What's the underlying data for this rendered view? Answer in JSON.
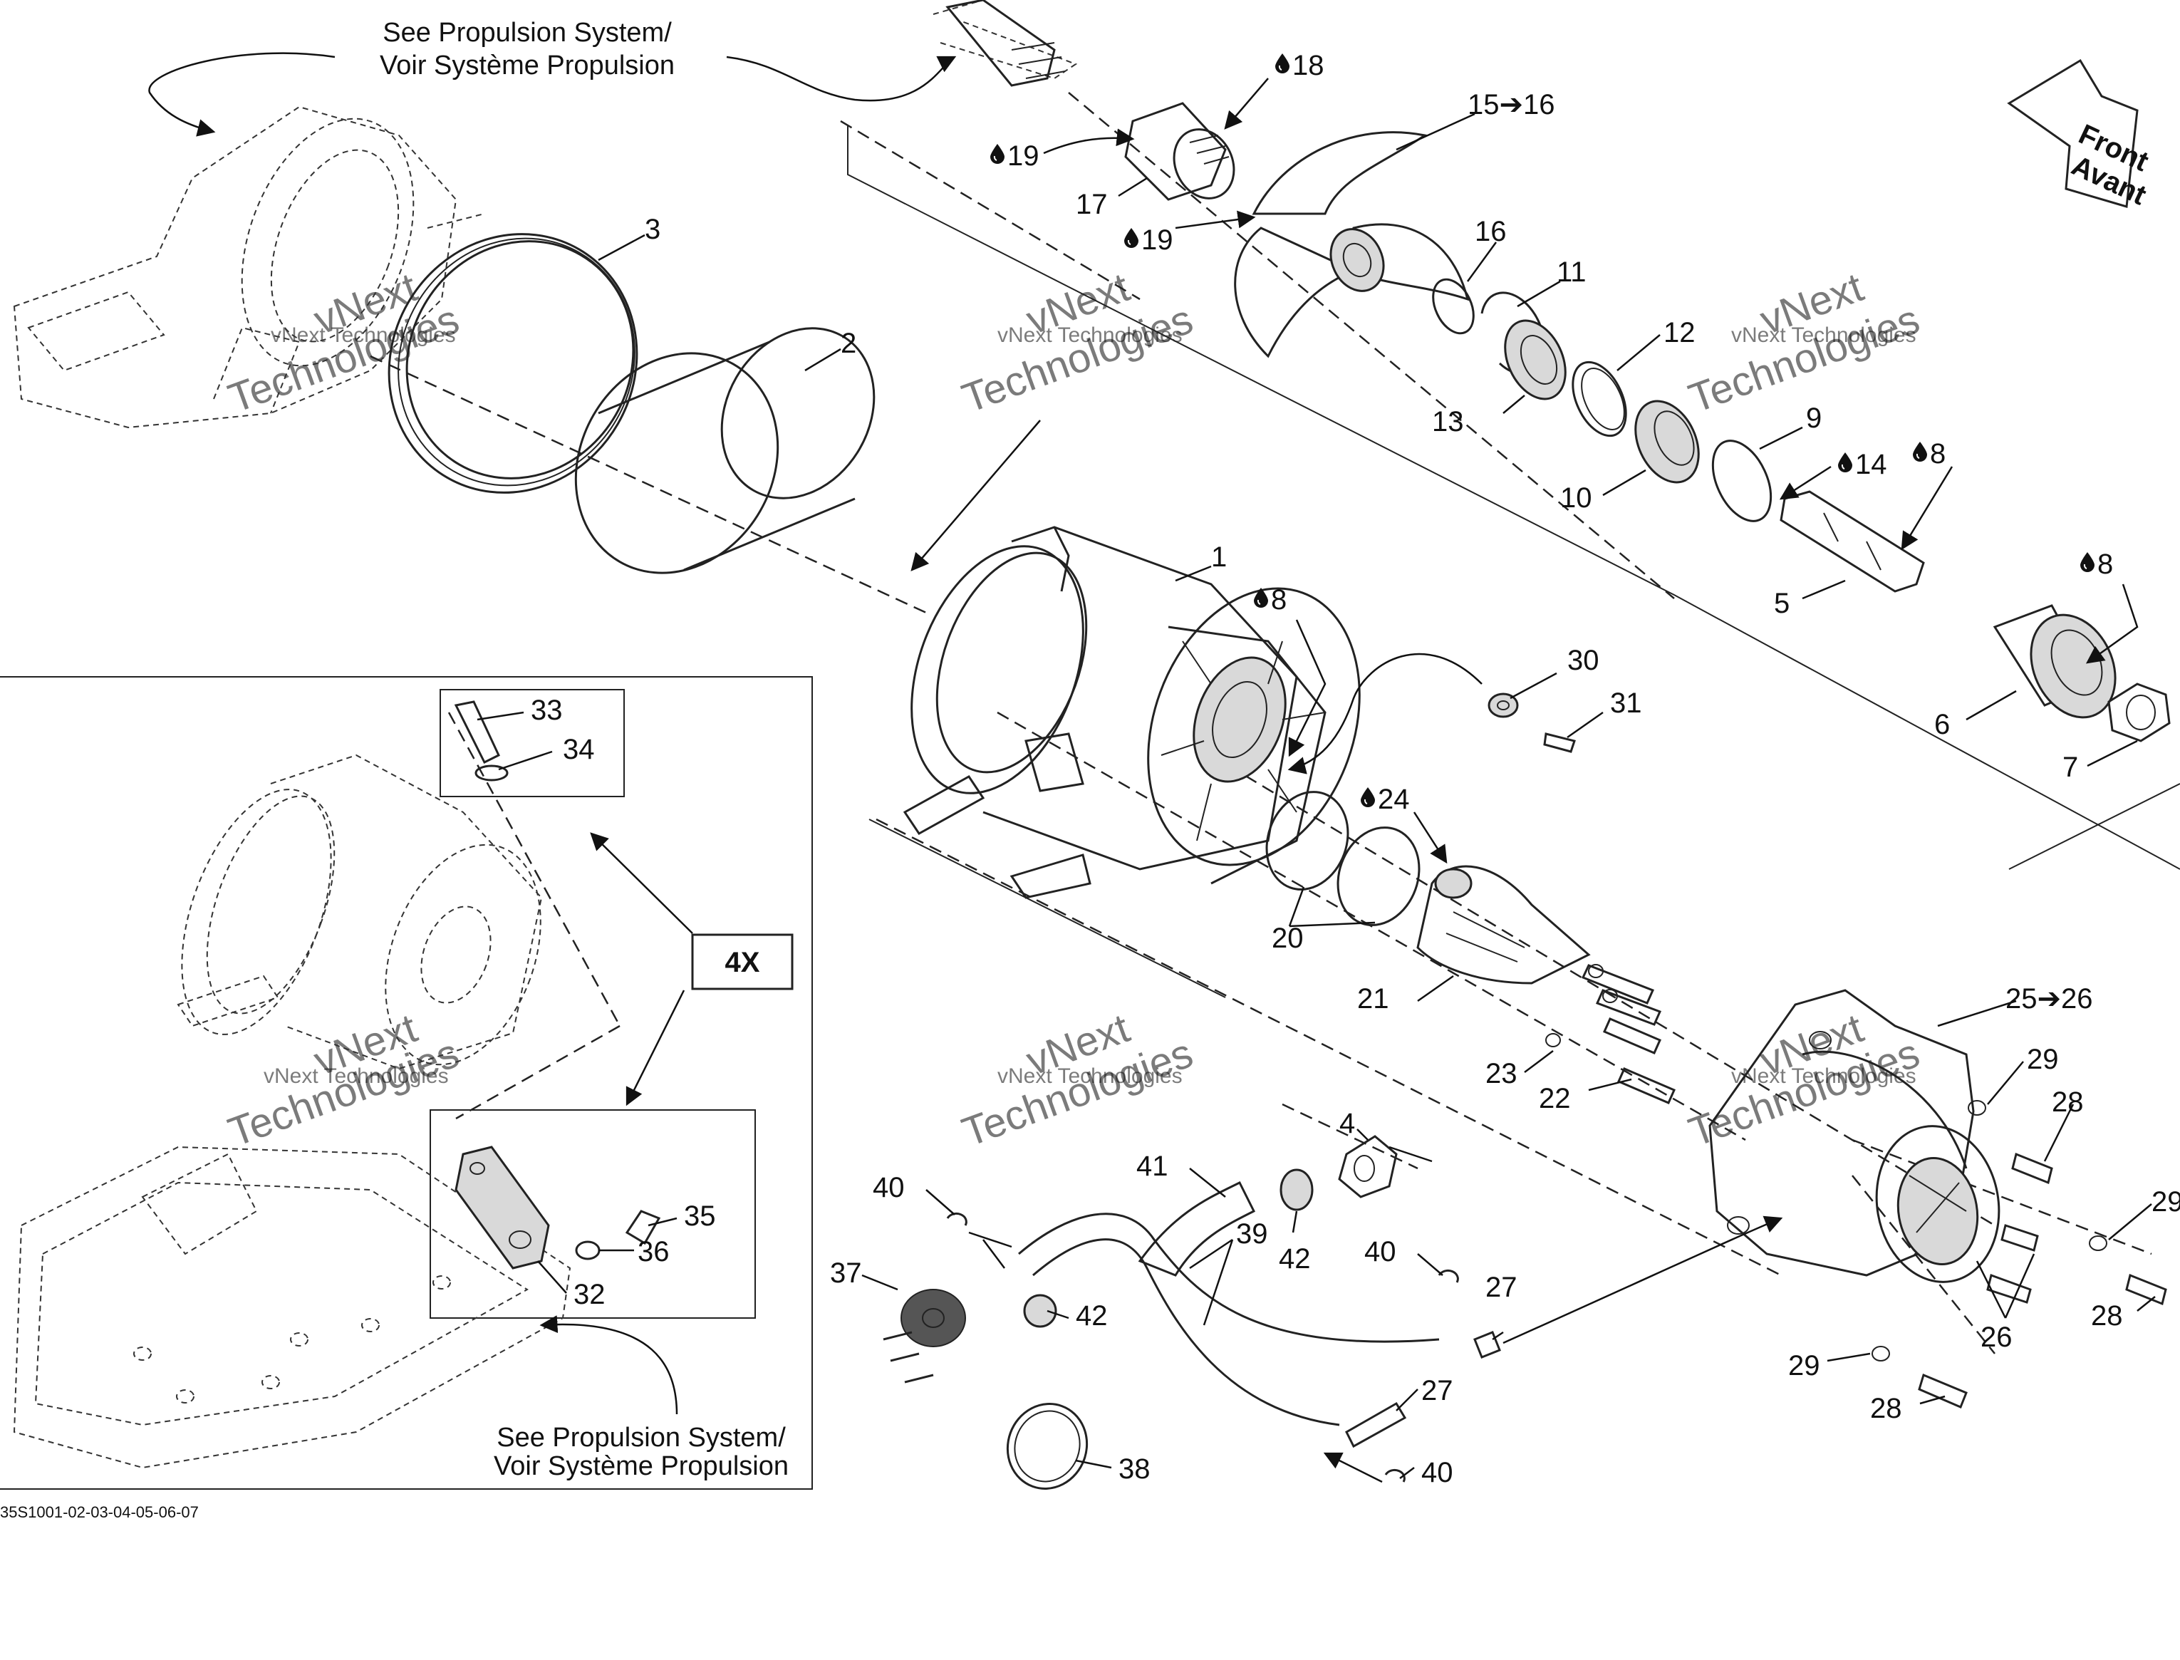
{
  "notes": {
    "see_propulsion_top": [
      "See Propulsion System/",
      "Voir Système Propulsion"
    ],
    "see_propulsion_bottom": [
      "See Propulsion System/",
      "Voir Système Propulsion"
    ],
    "quantity_box": "4X",
    "drawing_number": "35S1001-02-03-04-05-06-07",
    "front_arrow": [
      "Front",
      "Avant"
    ]
  },
  "watermark": {
    "line1": "vNext Technologies",
    "line2": "vNext",
    "line3": "Technologies"
  },
  "callouts": [
    {
      "id": "c18",
      "label": "18",
      "drop": true
    },
    {
      "id": "c15",
      "label": "15➔16",
      "drop": false
    },
    {
      "id": "c19a",
      "label": "19",
      "drop": true
    },
    {
      "id": "c17",
      "label": "17",
      "drop": false
    },
    {
      "id": "c19b",
      "label": "19",
      "drop": true
    },
    {
      "id": "c16",
      "label": "16",
      "drop": false
    },
    {
      "id": "c11",
      "label": "11",
      "drop": false
    },
    {
      "id": "c12",
      "label": "12",
      "drop": false
    },
    {
      "id": "c13",
      "label": "13",
      "drop": false
    },
    {
      "id": "c9",
      "label": "9",
      "drop": false
    },
    {
      "id": "c14",
      "label": "14",
      "drop": true
    },
    {
      "id": "c8a",
      "label": "8",
      "drop": true
    },
    {
      "id": "c10",
      "label": "10",
      "drop": false
    },
    {
      "id": "c5",
      "label": "5",
      "drop": false
    },
    {
      "id": "c8b",
      "label": "8",
      "drop": true
    },
    {
      "id": "c6",
      "label": "6",
      "drop": false
    },
    {
      "id": "c7",
      "label": "7",
      "drop": false
    },
    {
      "id": "c3",
      "label": "3",
      "drop": false
    },
    {
      "id": "c2",
      "label": "2",
      "drop": false
    },
    {
      "id": "c1",
      "label": "1",
      "drop": false
    },
    {
      "id": "c8c",
      "label": "8",
      "drop": true
    },
    {
      "id": "c30",
      "label": "30",
      "drop": false
    },
    {
      "id": "c31",
      "label": "31",
      "drop": false
    },
    {
      "id": "c24",
      "label": "24",
      "drop": true
    },
    {
      "id": "c20",
      "label": "20",
      "drop": false
    },
    {
      "id": "c21",
      "label": "21",
      "drop": false
    },
    {
      "id": "c23",
      "label": "23",
      "drop": false
    },
    {
      "id": "c22",
      "label": "22",
      "drop": false
    },
    {
      "id": "c25",
      "label": "25➔26",
      "drop": false
    },
    {
      "id": "c29a",
      "label": "29",
      "drop": false
    },
    {
      "id": "c28a",
      "label": "28",
      "drop": false
    },
    {
      "id": "c29b",
      "label": "29",
      "drop": false
    },
    {
      "id": "c28b",
      "label": "28",
      "drop": false
    },
    {
      "id": "c26",
      "label": "26",
      "drop": false
    },
    {
      "id": "c29c",
      "label": "29",
      "drop": false
    },
    {
      "id": "c28c",
      "label": "28",
      "drop": false
    },
    {
      "id": "c33",
      "label": "33",
      "drop": false
    },
    {
      "id": "c34",
      "label": "34",
      "drop": false
    },
    {
      "id": "c35",
      "label": "35",
      "drop": false
    },
    {
      "id": "c36",
      "label": "36",
      "drop": false
    },
    {
      "id": "c32",
      "label": "32",
      "drop": false
    },
    {
      "id": "c4",
      "label": "4",
      "drop": false
    },
    {
      "id": "c41",
      "label": "41",
      "drop": false
    },
    {
      "id": "c42a",
      "label": "42",
      "drop": false
    },
    {
      "id": "c40a",
      "label": "40",
      "drop": false
    },
    {
      "id": "c40b",
      "label": "40",
      "drop": false
    },
    {
      "id": "c27a",
      "label": "27",
      "drop": false
    },
    {
      "id": "c37",
      "label": "37",
      "drop": false
    },
    {
      "id": "c42b",
      "label": "42",
      "drop": false
    },
    {
      "id": "c39",
      "label": "39",
      "drop": false
    },
    {
      "id": "c27b",
      "label": "27",
      "drop": false
    },
    {
      "id": "c38",
      "label": "38",
      "drop": false
    },
    {
      "id": "c40c",
      "label": "40",
      "drop": false
    }
  ]
}
